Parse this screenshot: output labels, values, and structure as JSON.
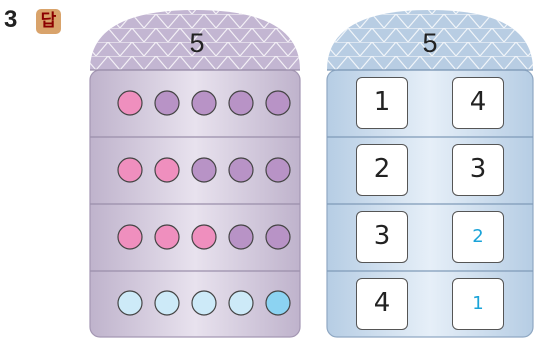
{
  "problem_number": "3",
  "answer_badge": "답",
  "left_house": {
    "top_number": "5",
    "rows": [
      [
        "pink",
        "purple",
        "purple",
        "purple",
        "purple"
      ],
      [
        "pink",
        "pink",
        "purple",
        "purple",
        "purple"
      ],
      [
        "pink",
        "pink",
        "pink",
        "purple",
        "purple"
      ],
      [
        "lightblue",
        "lightblue",
        "lightblue",
        "lightblue",
        "blue"
      ]
    ]
  },
  "right_house": {
    "top_number": "5",
    "rows": [
      {
        "left": "1",
        "right": "4",
        "right_is_answer": false
      },
      {
        "left": "2",
        "right": "3",
        "right_is_answer": false
      },
      {
        "left": "3",
        "right": "2",
        "right_is_answer": true
      },
      {
        "left": "4",
        "right": "1",
        "right_is_answer": true
      }
    ]
  },
  "colors": {
    "pink": "#ef8fbe",
    "purple": "#b893c6",
    "lightblue": "#cdeaf8",
    "blue": "#8cd3f2",
    "left_house_fill": "#d6cde0",
    "right_house_fill": "#cfdff0",
    "answer_text": "#1aa3d8",
    "badge": "#d9a36b"
  }
}
